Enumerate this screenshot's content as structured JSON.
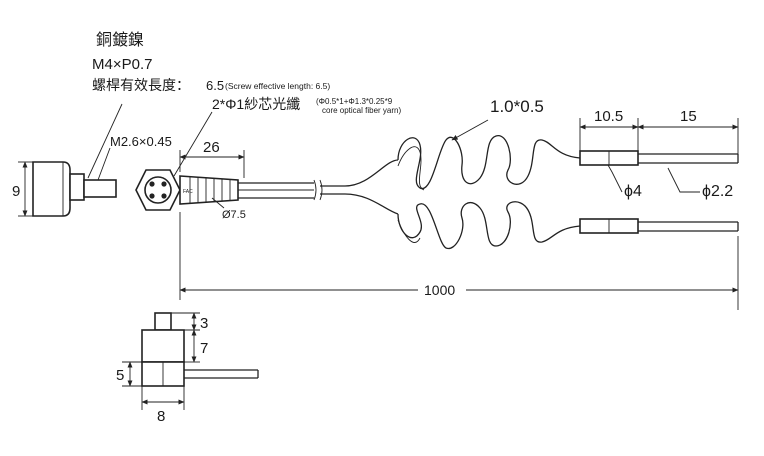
{
  "labels": {
    "material": "銅鍍鎳",
    "thread": "M4×P0.7",
    "screw_length_zh": "螺桿有效長度：",
    "screw_length_value": "6.5",
    "screw_length_en": "(Screw effective length: 6.5)",
    "fiber_zh": "2*Φ1紗芯光纖",
    "fiber_spec": "(Φ0.5*1+Φ1.3*0.25*9",
    "fiber_en": "core optical fiber yarn)",
    "m26": "M2.6×0.45",
    "dim_26": "26",
    "dim_7_5": "Ø7.5",
    "dim_9": "9",
    "dim_1000": "1000",
    "dim_1_0_0_5": "1.0*0.5",
    "dim_10_5": "10.5",
    "dim_15": "15",
    "dim_phi4": "ϕ4",
    "dim_phi2_2": "ϕ2.2",
    "dim_3": "3",
    "dim_7": "7",
    "dim_5": "5",
    "dim_8": "8",
    "nut_text": "FAC"
  }
}
